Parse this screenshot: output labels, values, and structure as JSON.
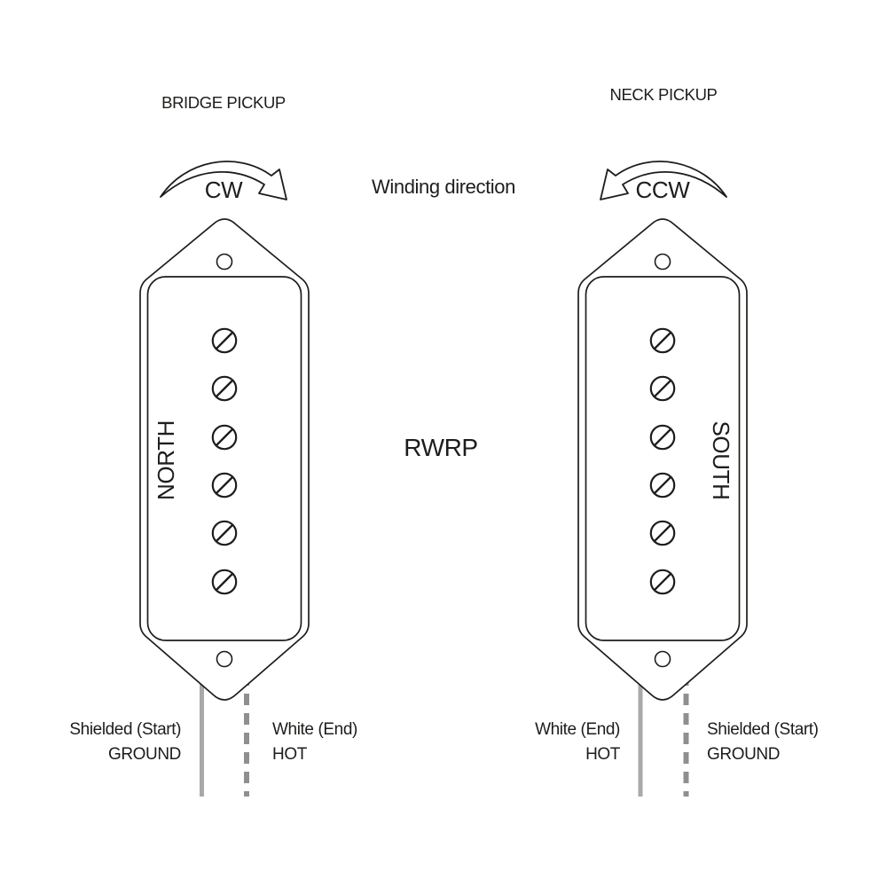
{
  "diagram": {
    "center": {
      "winding_direction_label": "Winding direction",
      "rwrp_label": "RWRP"
    },
    "pickups": [
      {
        "id": "bridge",
        "title": "BRIDGE PICKUP",
        "winding": "CW",
        "winding_arrow_icon": "curved-arrow-clockwise-icon",
        "polarity": "NORTH",
        "polarity_color": "#e8201e",
        "pole_count": 6,
        "left_wire": {
          "style": "solid",
          "line1": "Shielded (Start)",
          "line2": "GROUND"
        },
        "right_wire": {
          "style": "dashed",
          "line1": "White (End)",
          "line2": "HOT"
        }
      },
      {
        "id": "neck",
        "title": "NECK PICKUP",
        "winding": "CCW",
        "winding_arrow_icon": "curved-arrow-counterclockwise-icon",
        "polarity": "SOUTH",
        "polarity_color": "#1a5caa",
        "pole_count": 6,
        "left_wire": {
          "style": "solid",
          "line1": "White (End)",
          "line2": "HOT"
        },
        "right_wire": {
          "style": "dashed",
          "line1": "Shielded (Start)",
          "line2": "GROUND"
        }
      }
    ],
    "colors": {
      "line": "#1d1d1b",
      "wire_solid": "#a9a9a9",
      "wire_dashed": "#8f8f8f",
      "background": "#ffffff"
    }
  }
}
